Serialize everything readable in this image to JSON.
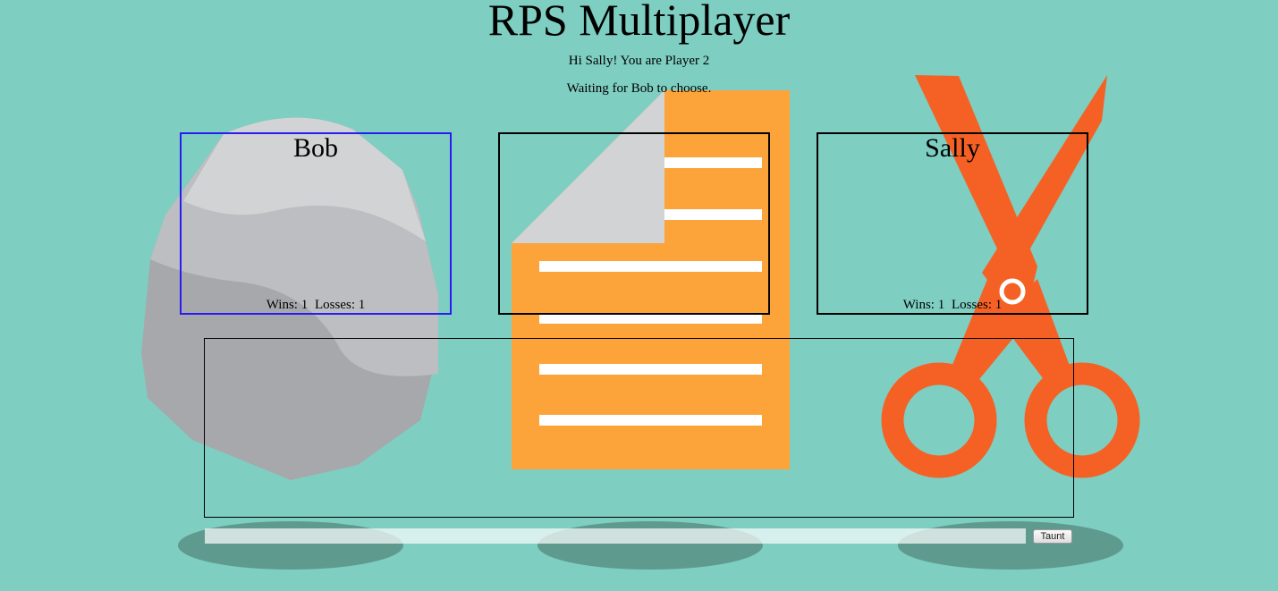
{
  "header": {
    "title": "RPS Multiplayer",
    "greeting": "Hi Sally! You are Player 2",
    "status": "Waiting for Bob to choose."
  },
  "players": [
    {
      "name": "Bob",
      "wins_label": "Wins: 1",
      "losses_label": "Losses: 1",
      "active": true
    },
    {
      "name": "",
      "wins_label": "",
      "losses_label": "",
      "active": false
    },
    {
      "name": "Sally",
      "wins_label": "Wins: 1",
      "losses_label": "Losses: 1",
      "active": false
    }
  ],
  "chat": {
    "messages": [],
    "input_value": "",
    "input_placeholder": "",
    "button_label": "Taunt"
  },
  "colors": {
    "background": "#7ecec1",
    "rock": "#a9aaae",
    "paper": "#fca43a",
    "scissors": "#f56124",
    "active_border": "#2a1cf0"
  },
  "icons": [
    "rock-icon",
    "paper-icon",
    "scissors-icon"
  ]
}
